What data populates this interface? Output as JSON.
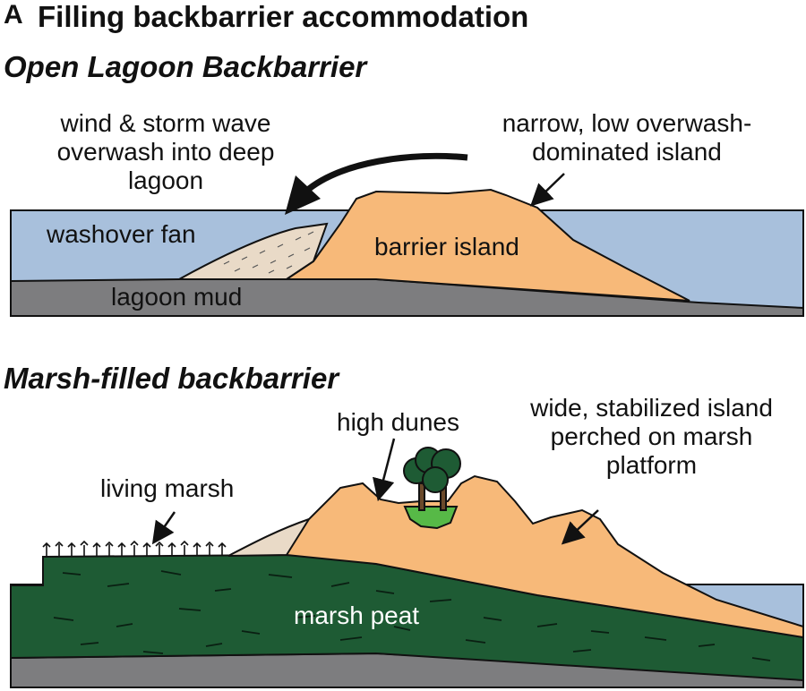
{
  "header": {
    "panel_letter": "A",
    "title": "Filling backbarrier accommodation"
  },
  "open_lagoon": {
    "title": "Open Lagoon Backbarrier",
    "labels": {
      "overwash_line1": "wind & storm wave",
      "overwash_line2": "overwash into deep",
      "overwash_line3": "lagoon",
      "narrow_line1": "narrow, low overwash-",
      "narrow_line2": "dominated island",
      "washover_fan": "washover fan",
      "barrier_island": "barrier island",
      "lagoon_mud": "lagoon mud"
    }
  },
  "marsh_filled": {
    "title": "Marsh-filled backbarrier",
    "labels": {
      "high_dunes": "high dunes",
      "wide_line1": "wide, stabilized island",
      "wide_line2": "perched on marsh",
      "wide_line3": "platform",
      "living_marsh": "living marsh",
      "marsh_peat": "marsh peat"
    }
  },
  "colors": {
    "water": "#a8c0dc",
    "sand": "#f7b979",
    "washover": "#e9dac7",
    "mud": "#7d7d7f",
    "peat": "#1e5b34",
    "grass": "#57b947",
    "outline": "#111111"
  }
}
